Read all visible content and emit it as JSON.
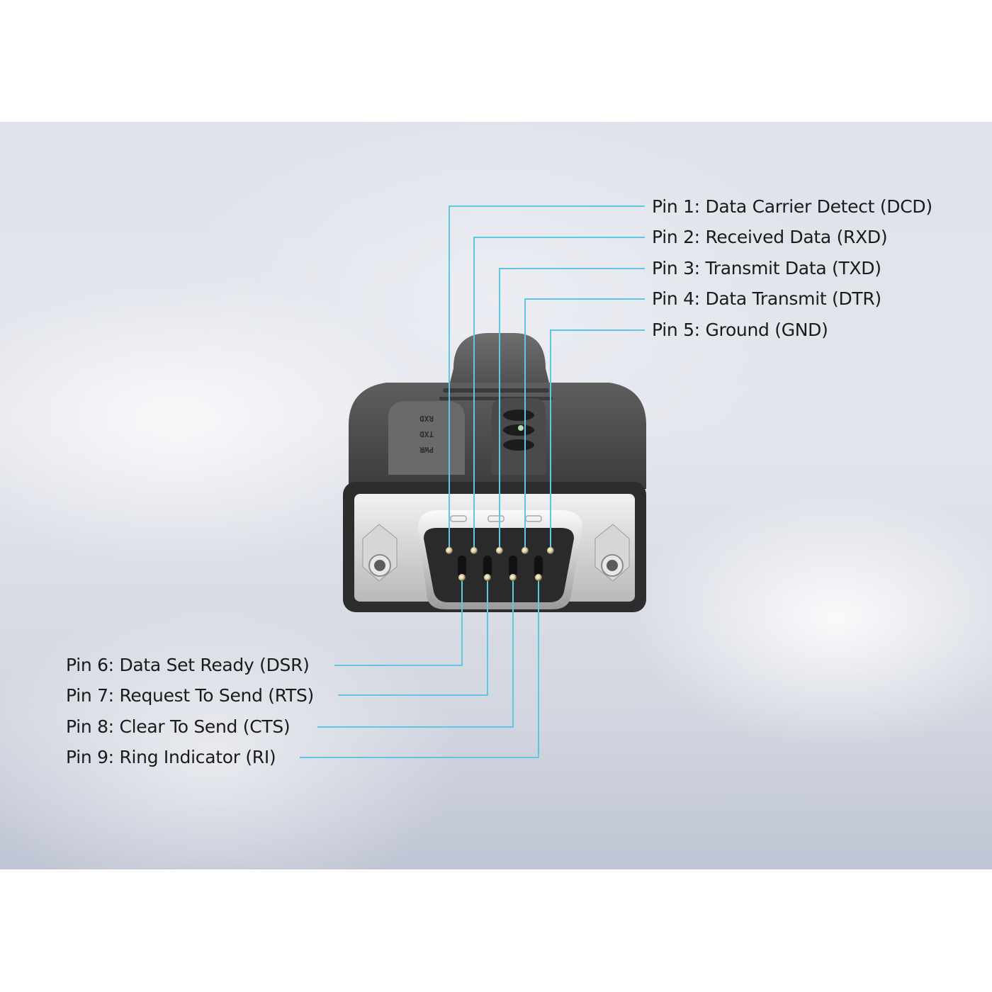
{
  "diagram": {
    "subject": "DB9 male serial connector pinout",
    "leader_line_color": "#5ec8e0",
    "connector_housing_labels": [
      "RXD",
      "TXD",
      "PWR"
    ],
    "pins_top": [
      {
        "label": "Pin 1: Data Carrier Detect (DCD)"
      },
      {
        "label": "Pin 2: Received Data (RXD)"
      },
      {
        "label": "Pin 3: Transmit Data (TXD)"
      },
      {
        "label": "Pin 4: Data Transmit (DTR)"
      },
      {
        "label": "Pin 5: Ground (GND)"
      }
    ],
    "pins_bottom": [
      {
        "label": "Pin 6: Data Set Ready (DSR)"
      },
      {
        "label": "Pin 7: Request To Send (RTS)"
      },
      {
        "label": "Pin 8: Clear To Send (CTS)"
      },
      {
        "label": "Pin 9: Ring Indicator (RI)"
      }
    ]
  }
}
